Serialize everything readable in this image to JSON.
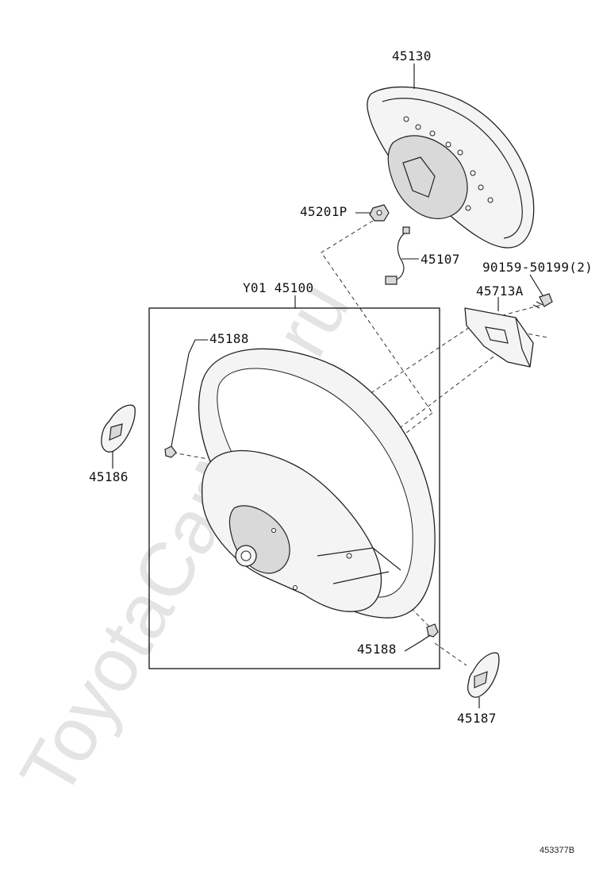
{
  "watermark": "ToyotaCarMini.ru",
  "image_code": "453377B",
  "parts": {
    "pad": "45130",
    "nut": "45201P",
    "wire": "45107",
    "bolt": "90159-50199(2)",
    "cover": "45713A",
    "wheel_assy": "Y01 45100",
    "clip_top": "45188",
    "clip_bottom": "45188",
    "ornament_left": "45186",
    "ornament_right": "45187"
  }
}
